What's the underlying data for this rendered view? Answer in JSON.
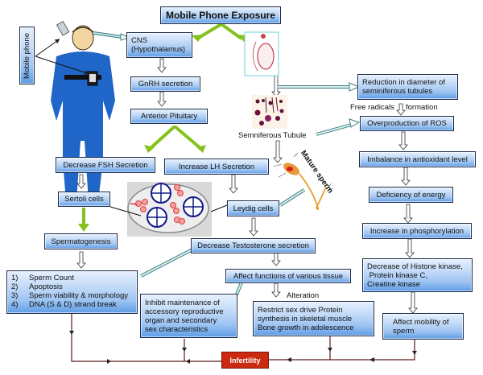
{
  "title": "Mobile Phone Exposure",
  "side_label": "Mobile phone",
  "left_chain": {
    "cns": [
      "CNS",
      "(Hypothalamus)"
    ],
    "gnrh": "GnRH secretion",
    "pituitary": "Anterior Pituitary",
    "fsh": "Decrease FSH Secretion",
    "lh": "Increase LH Secretion",
    "sertoli": "Sertoli cells",
    "leydig": "Leydig cells",
    "spermatogenesis": "Spermatogenesis",
    "testosterone": "Decrease Testosterone secretion",
    "affect_tissue": "Affect functions of various tissue",
    "alteration_label": "Alteration"
  },
  "effects_list": [
    {
      "num": "1)",
      "text": "Sperm Count"
    },
    {
      "num": "2)",
      "text": "Apoptosis"
    },
    {
      "num": "3)",
      "text": "Sperm viability & morphology"
    },
    {
      "num": "4)",
      "text": "DNA (S & D) strand break"
    }
  ],
  "inhibit_box": [
    "Inhibit maintenance of",
    "accessory reproductive",
    "organ and secondary",
    "sex characteristics"
  ],
  "restrict_box": [
    "Restrict sex drive Protein",
    "synthesis in skeletal muscle",
    "Bone growth in adolescence"
  ],
  "images": {
    "tubule_label": "Semniferous Tubule",
    "sperm_label": "Mature sperm"
  },
  "right_chain": {
    "reduction": [
      "Reduction in diameter of",
      "seminiferous tubules"
    ],
    "free_radicals_left": "Free radicals",
    "free_radicals_right": "formation",
    "ros": "Overproduction of ROS",
    "imbalance": "Imbalance in antioxidant level",
    "deficiency": "Deficiency of energy",
    "phosphorylation": "Increase in phosphorylation",
    "kinase": [
      "Decrease of Histone kinase,",
      " Protein kinase C,",
      "Creatine kinase"
    ],
    "mobility": [
      "Affect mobility of",
      "sperm"
    ]
  },
  "outcome": "Infertility",
  "colors": {
    "box_border": "#1a2a4a",
    "box_gradient_top": "#e6f0fd",
    "box_gradient_bottom": "#5e9de6",
    "green_arrow": "#84c21c",
    "teal_arrow": "#5aa6a8",
    "outcome_red": "#cc2a10",
    "line_dark_red": "#5a1a1a",
    "body_blue": "#1f66c8"
  }
}
